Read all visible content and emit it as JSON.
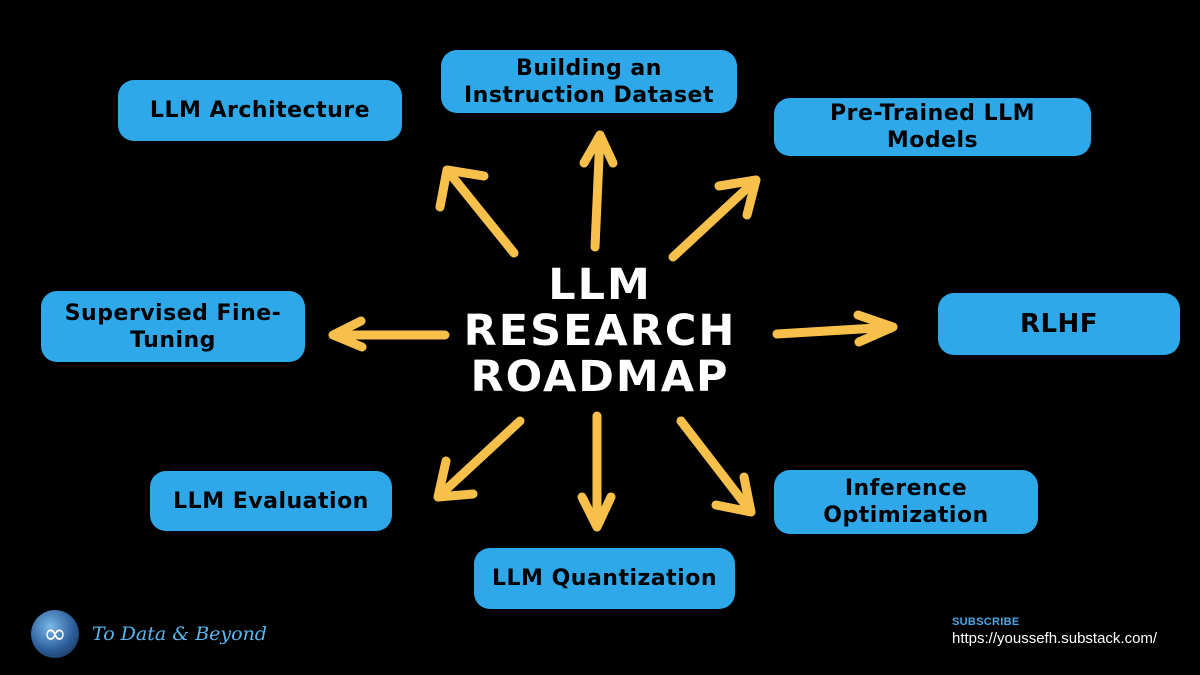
{
  "center": {
    "line1": "LLM",
    "line2": "RESEARCH",
    "line3": "ROADMAP"
  },
  "nodes": {
    "llm_architecture": "LLM Architecture",
    "instruction_dataset": [
      "Building an",
      "Instruction Dataset"
    ],
    "pretrained_models": [
      "Pre-Trained LLM",
      "Models"
    ],
    "supervised_finetuning": [
      "Supervised Fine-",
      "Tuning"
    ],
    "rlhf": "RLHF",
    "llm_evaluation": "LLM Evaluation",
    "llm_quantization": "LLM Quantization",
    "inference_optimization": [
      "Inference",
      "Optimization"
    ]
  },
  "footer": {
    "brand_icon": "infinity-icon",
    "brand_glyph": "∞",
    "brand_name": "To Data & Beyond",
    "subscribe_label": "SUBSCRIBE",
    "subscribe_url": "https://youssefh.substack.com/"
  },
  "colors": {
    "background": "#000000",
    "node_fill": "#2fa8ea",
    "arrow": "#f7c04a",
    "center_text": "#ffffff",
    "brand_text": "#5ab7ef"
  }
}
